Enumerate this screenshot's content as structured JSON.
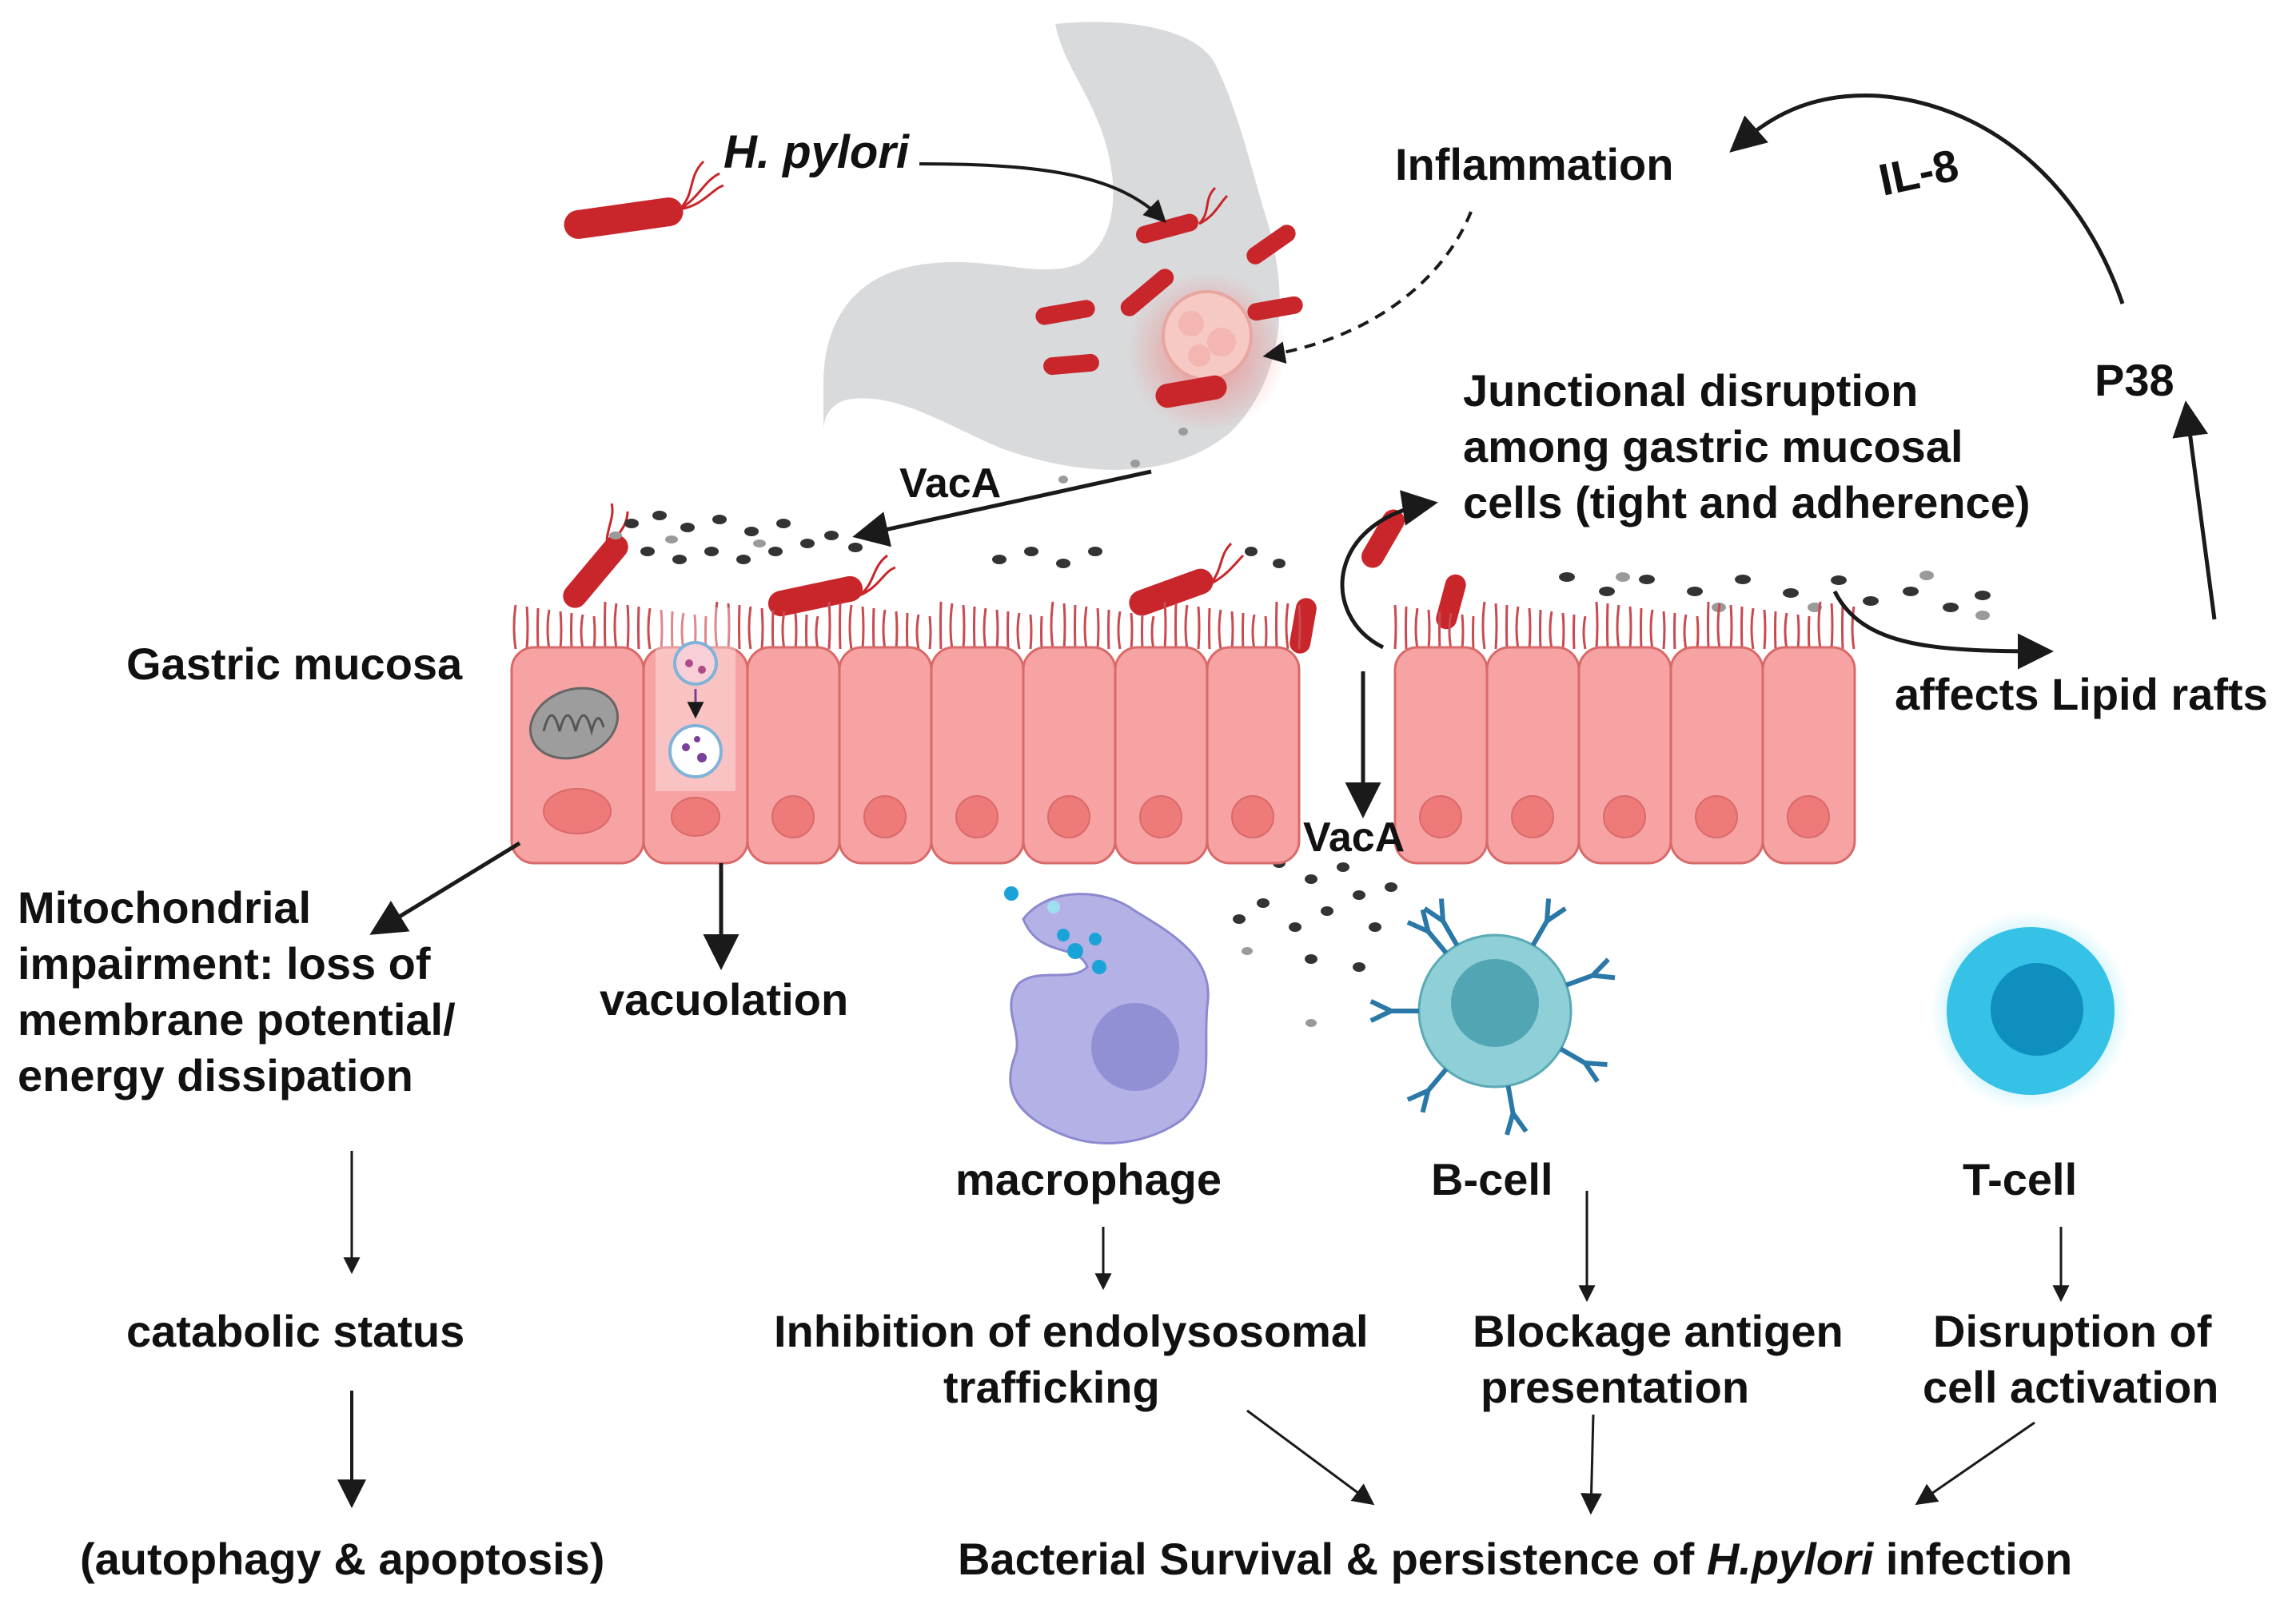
{
  "labels": {
    "h_pylori": "H. pylori",
    "inflammation": "Inflammation",
    "il8": "IL-8",
    "p38": "P38",
    "vaca_top": "VacA",
    "vaca_mid": "VacA",
    "junctional_1": "Junctional disruption",
    "junctional_2": "among gastric mucosal",
    "junctional_3": "cells (tight and adherence)",
    "gastric_mucosa": "Gastric mucosa",
    "lipid_rafts": "affects Lipid rafts",
    "mito_1": "Mitochondrial",
    "mito_2": "impairment: loss of",
    "mito_3": "membrane  potential/",
    "mito_4": "energy dissipation",
    "vacuolation": "vacuolation",
    "macrophage": "macrophage",
    "bcell": "B-cell",
    "tcell": "T-cell",
    "catabolic": "catabolic status",
    "autophagy": "(autophagy & apoptosis)",
    "endo_1": "Inhibition of endolysosomal",
    "endo_2": "trafficking",
    "antigen_1": "Blockage antigen",
    "antigen_2": "presentation",
    "activation_1": "Disruption of",
    "activation_2": "cell activation",
    "survival_pre": "Bacterial Survival & persistence of ",
    "survival_italic": "H.pylori",
    "survival_post": " infection"
  },
  "colors": {
    "stomach": "#d9dadc",
    "cell_fill": "#f7a3a3",
    "cell_stroke": "#d96a6a",
    "nucleus": "#ee7a7a",
    "bacteria": "#c8262a",
    "cilia": "#c94a50",
    "macrophage": "#b3b1e6",
    "bcell": "#8fd0d8",
    "tcell": "#35c2e6",
    "arrow": "#1a1a1a"
  }
}
